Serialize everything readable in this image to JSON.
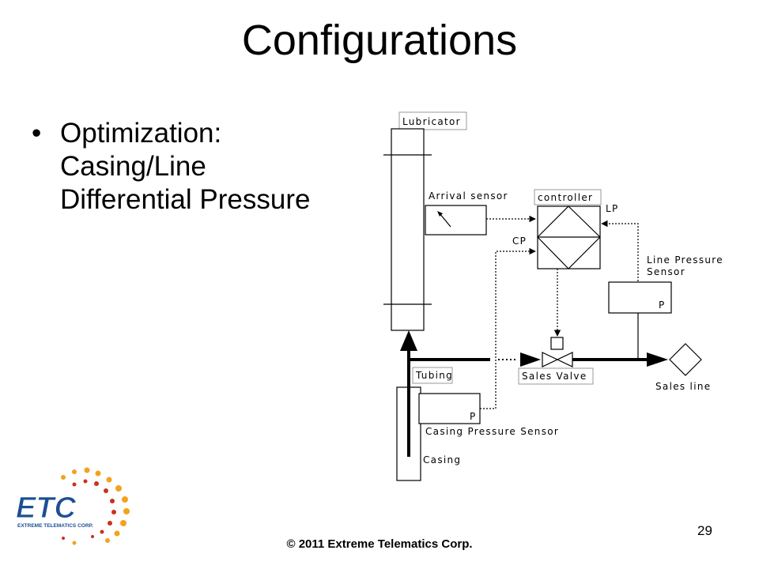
{
  "slide": {
    "title": "Configurations",
    "bullet_lines": [
      "Optimization:",
      "Casing/Line",
      "Differential Pressure"
    ],
    "copyright": "© 2011 Extreme Telematics Corp.",
    "page_number": "29"
  },
  "diagram": {
    "labels": {
      "lubricator": "Lubricator",
      "arrival_sensor": "Arrival sensor",
      "controller": "controller",
      "lp": "LP",
      "cp": "CP",
      "line_pressure_sensor_1": "Line Pressure",
      "line_pressure_sensor_2": "Sensor",
      "p_line": "P",
      "tubing": "Tubing",
      "sales_valve": "Sales Valve",
      "sales_line": "Sales line",
      "p_casing": "P",
      "casing_pressure_sensor": "Casing Pressure Sensor",
      "casing": "Casing"
    }
  },
  "logo": {
    "text": "ETC",
    "subtext": "EXTREME TELEMATICS CORP.",
    "colors": {
      "brand_blue": "#1b4f93",
      "orange": "#f3a21d",
      "red": "#c8321e"
    }
  }
}
